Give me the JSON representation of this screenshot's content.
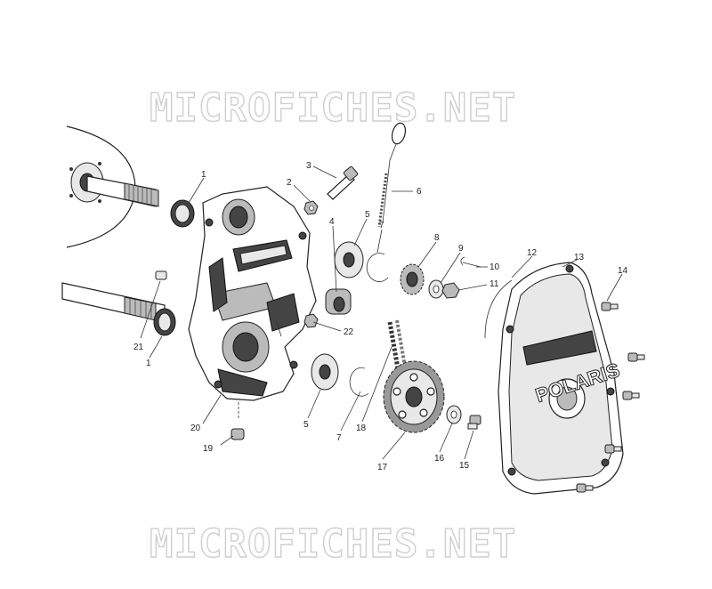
{
  "watermarks": [
    "MICROFICHES.NET",
    "MICROFICHES.NET"
  ],
  "brand_logo": "POLARIS",
  "callouts": [
    "1",
    "2",
    "3",
    "4",
    "5",
    "6",
    "7",
    "8",
    "9",
    "10",
    "11",
    "12",
    "13",
    "14",
    "21",
    "1",
    "22",
    "5",
    "7",
    "18",
    "17",
    "16",
    "15",
    "20",
    "19"
  ]
}
